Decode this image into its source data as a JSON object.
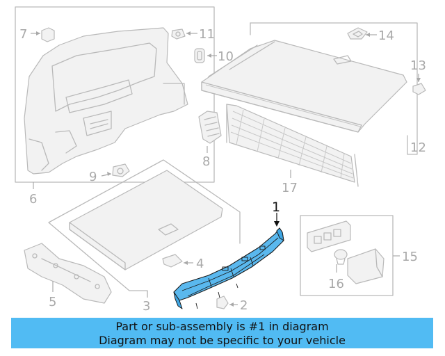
{
  "callouts": {
    "c1": "1",
    "c2": "2",
    "c3": "3",
    "c4": "4",
    "c5": "5",
    "c6": "6",
    "c7": "7",
    "c8": "8",
    "c9": "9",
    "c10": "10",
    "c11": "11",
    "c12": "12",
    "c13": "13",
    "c14": "14",
    "c15": "15",
    "c16": "16",
    "c17": "17"
  },
  "highlighted_part": "1",
  "banner": {
    "line1": "Part or sub-assembly is #1 in diagram",
    "line2": "Diagram may not be specific to your vehicle"
  },
  "colors": {
    "highlight": "#5ab8ee",
    "banner": "#51bbf3",
    "linework": "#b9b9b9"
  }
}
